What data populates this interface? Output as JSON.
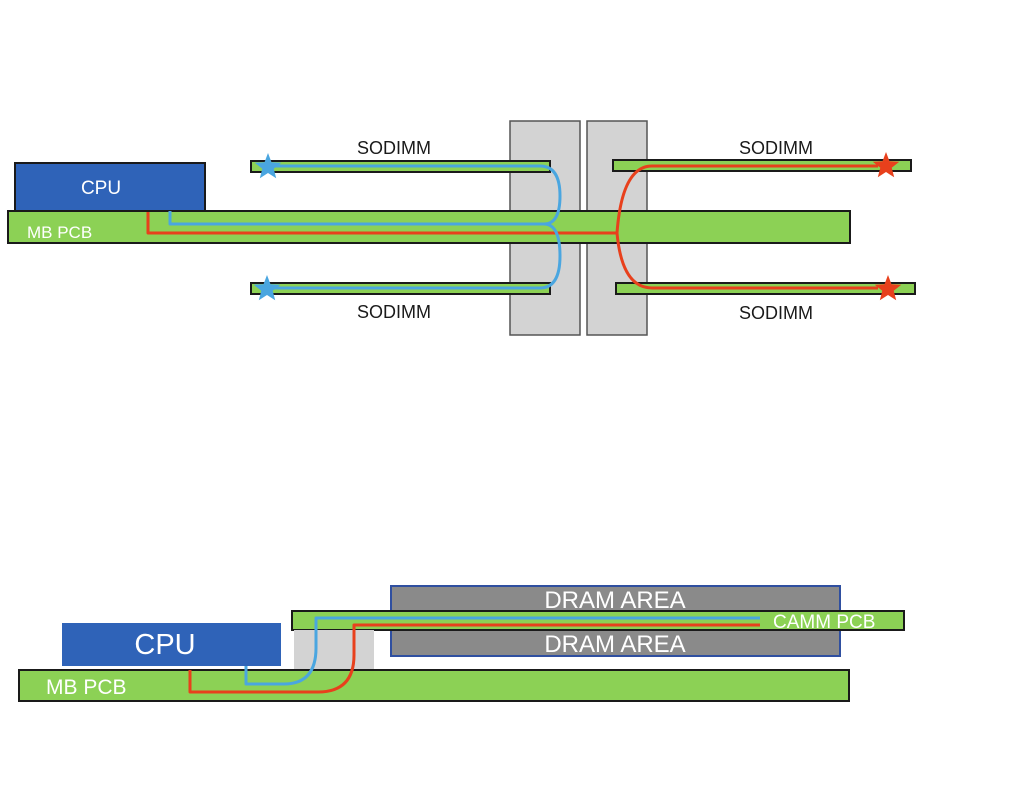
{
  "top": {
    "cpu_label": "CPU",
    "mb_pcb_label": "MB PCB",
    "sodimm_top_left": "SODIMM",
    "sodimm_top_right": "SODIMM",
    "sodimm_bottom_left": "SODIMM",
    "sodimm_bottom_right": "SODIMM"
  },
  "bottom": {
    "cpu_label": "CPU",
    "mb_pcb_label": "MB PCB",
    "dram_area_top": "DRAM AREA",
    "dram_area_bottom": "DRAM AREA",
    "camm_pcb_label": "CAMM PCB"
  },
  "colors": {
    "pcb_green": "#8cd155",
    "cpu_blue": "#2f63b8",
    "connector_gray": "#d3d3d3",
    "dram_gray": "#8a8a8a",
    "trace_red": "#e8401c",
    "trace_blue": "#4aa6e0",
    "star_blue": "#4aa6e0",
    "star_red": "#e8401c"
  }
}
